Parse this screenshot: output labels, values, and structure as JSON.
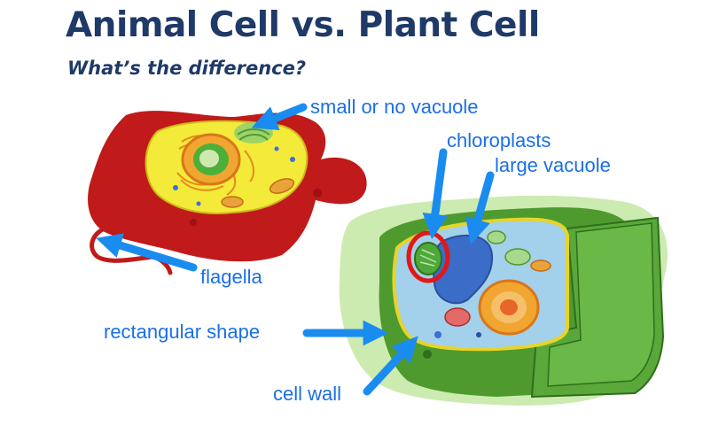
{
  "title": "Animal Cell vs. Plant Cell",
  "subtitle": "What’s the difference?",
  "labels": {
    "vacuole_small": "small or no vacuole",
    "chloroplasts": "chloroplasts",
    "vacuole_large": "large vacuole",
    "flagella": "flagella",
    "shape": "rectangular shape",
    "cell_wall": "cell wall"
  },
  "colors": {
    "title": "#1f3a68",
    "label": "#1a6fe8",
    "arrow": "#1a8cf0",
    "highlight_circle": "#e01818"
  }
}
